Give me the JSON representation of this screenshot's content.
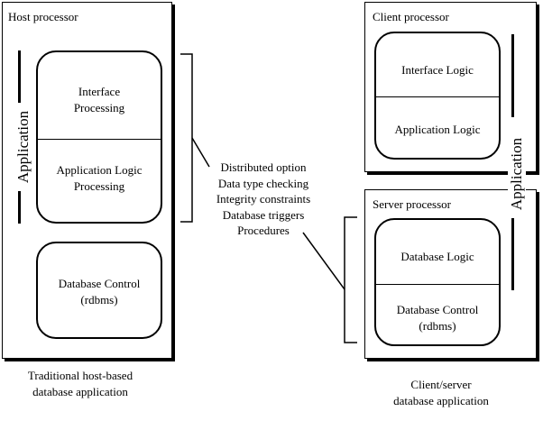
{
  "host": {
    "title": "Host processor",
    "application_label": "Application",
    "interface_line1": "Interface",
    "interface_line2": "Processing",
    "applogic_line1": "Application Logic",
    "applogic_line2": "Processing",
    "dbcontrol_line1": "Database Control",
    "dbcontrol_line2": "(rdbms)",
    "caption_line1": "Traditional host-based",
    "caption_line2": "database application"
  },
  "options": [
    "Distributed option",
    "Data type checking",
    "Integrity constraints",
    "Database triggers",
    "Procedures"
  ],
  "client": {
    "title": "Client processor",
    "interface_logic": "Interface Logic",
    "application_logic": "Application Logic"
  },
  "server": {
    "title": "Server processor",
    "database_logic": "Database Logic",
    "dbcontrol_line1": "Database Control",
    "dbcontrol_line2": "(rdbms)"
  },
  "right_application_label": "Application",
  "right_caption_line1": "Client/server",
  "right_caption_line2": "database application"
}
